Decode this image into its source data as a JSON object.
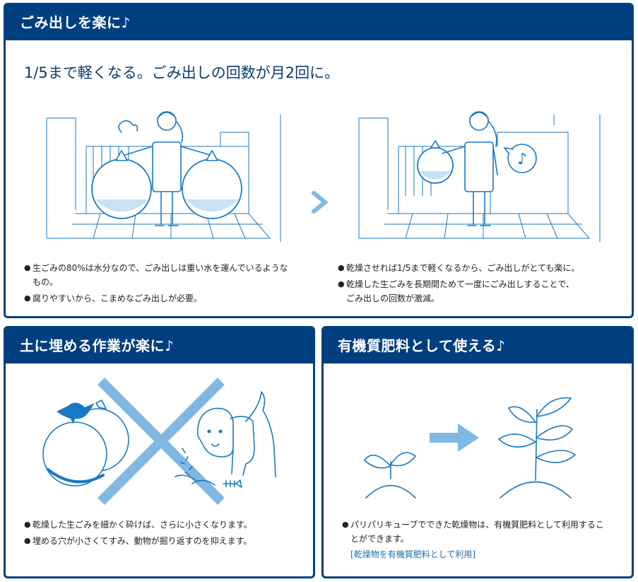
{
  "panels": {
    "dispose": {
      "title": "ごみ出しを楽に♪",
      "headline": "1/5まで軽くなる。ごみ出しの回数が月2回に。",
      "left_bullets": [
        "生ごみの80%は水分なので、ごみ出しは重い水を運んでいるようなもの。",
        "腐りやすいから、こまめなごみ出しが必要。"
      ],
      "right_bullets": [
        "乾燥させれば1/5まで軽くなるから、ごみ出しがとても楽に。",
        "乾燥した生ごみを長期間ためて一度にごみ出しすることで、ごみ出しの回数が激減。"
      ]
    },
    "bury": {
      "title": "土に埋める作業が楽に♪",
      "bullets": [
        "乾燥した生ごみを細かく砕けば、さらに小さくなります。",
        "埋める穴が小さくてすみ、動物が掘り返すのを抑えます。"
      ]
    },
    "fertilizer": {
      "title": "有機質肥料として使える♪",
      "bullets": [
        "パリパリキューブでできた乾燥物は、有機質肥料として利用することができます。"
      ],
      "link_label": "乾燥物を有機質肥料として利用"
    }
  },
  "colors": {
    "header": "#003f7f",
    "line": "#1a78c2",
    "arrow": "#7fb9e3",
    "fill": "#c8e2f5"
  }
}
